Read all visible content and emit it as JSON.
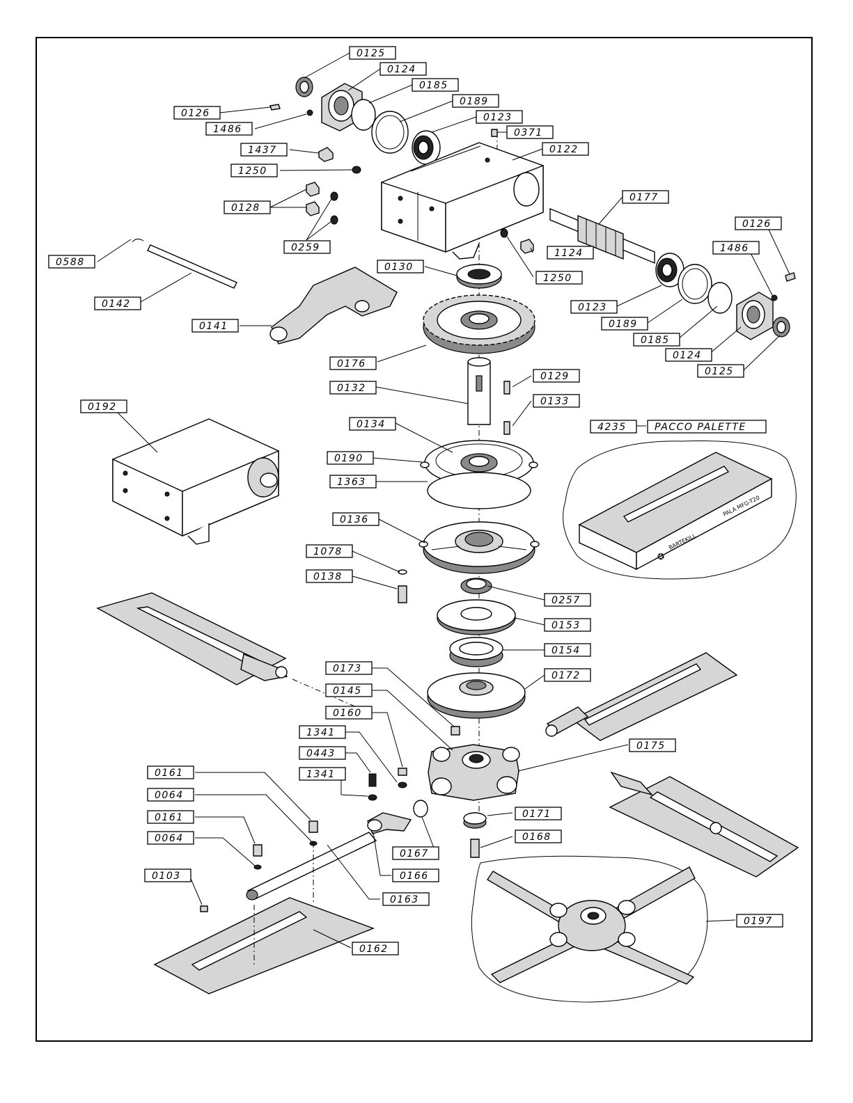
{
  "labels": [
    {
      "key": "p0125a",
      "text": "0125"
    },
    {
      "key": "p0124a",
      "text": "0124"
    },
    {
      "key": "p0185a",
      "text": "0185"
    },
    {
      "key": "p0189a",
      "text": "0189"
    },
    {
      "key": "p0123a",
      "text": "0123"
    },
    {
      "key": "p0371",
      "text": "0371"
    },
    {
      "key": "p0122",
      "text": "0122"
    },
    {
      "key": "p0126a",
      "text": "0126"
    },
    {
      "key": "p1486a",
      "text": "1486"
    },
    {
      "key": "p1437",
      "text": "1437"
    },
    {
      "key": "p1250a",
      "text": "1250"
    },
    {
      "key": "p0128",
      "text": "0128"
    },
    {
      "key": "p0259",
      "text": "0259"
    },
    {
      "key": "p0177",
      "text": "0177"
    },
    {
      "key": "p0126b",
      "text": "0126"
    },
    {
      "key": "p1486b",
      "text": "1486"
    },
    {
      "key": "p1124",
      "text": "1124"
    },
    {
      "key": "p1250b",
      "text": "1250"
    },
    {
      "key": "p0588",
      "text": "0588"
    },
    {
      "key": "p0130",
      "text": "0130"
    },
    {
      "key": "p0142",
      "text": "0142"
    },
    {
      "key": "p0123b",
      "text": "0123"
    },
    {
      "key": "p0189b",
      "text": "0189"
    },
    {
      "key": "p0141",
      "text": "0141"
    },
    {
      "key": "p0185b",
      "text": "0185"
    },
    {
      "key": "p0124b",
      "text": "0124"
    },
    {
      "key": "p0176",
      "text": "0176"
    },
    {
      "key": "p0125b",
      "text": "0125"
    },
    {
      "key": "p0129",
      "text": "0129"
    },
    {
      "key": "p0132",
      "text": "0132"
    },
    {
      "key": "p0133",
      "text": "0133"
    },
    {
      "key": "p0192",
      "text": "0192"
    },
    {
      "key": "p0134",
      "text": "0134"
    },
    {
      "key": "p4235",
      "text": "4235"
    },
    {
      "key": "pacco",
      "text": "PACCO PALETTE"
    },
    {
      "key": "p0190",
      "text": "0190"
    },
    {
      "key": "p1363",
      "text": "1363"
    },
    {
      "key": "p0136",
      "text": "0136"
    },
    {
      "key": "p1078",
      "text": "1078"
    },
    {
      "key": "p0138",
      "text": "0138"
    },
    {
      "key": "p0257",
      "text": "0257"
    },
    {
      "key": "p0153",
      "text": "0153"
    },
    {
      "key": "p0154",
      "text": "0154"
    },
    {
      "key": "p0173",
      "text": "0173"
    },
    {
      "key": "p0172",
      "text": "0172"
    },
    {
      "key": "p0145",
      "text": "0145"
    },
    {
      "key": "p0160",
      "text": "0160"
    },
    {
      "key": "p1341a",
      "text": "1341"
    },
    {
      "key": "p0443",
      "text": "0443"
    },
    {
      "key": "p0175",
      "text": "0175"
    },
    {
      "key": "p0161a",
      "text": "0161"
    },
    {
      "key": "p1341b",
      "text": "1341"
    },
    {
      "key": "p0064a",
      "text": "0064"
    },
    {
      "key": "p0171",
      "text": "0171"
    },
    {
      "key": "p0161b",
      "text": "0161"
    },
    {
      "key": "p0168",
      "text": "0168"
    },
    {
      "key": "p0064b",
      "text": "0064"
    },
    {
      "key": "p0167",
      "text": "0167"
    },
    {
      "key": "p0166",
      "text": "0166"
    },
    {
      "key": "p0103",
      "text": "0103"
    },
    {
      "key": "p0163",
      "text": "0163"
    },
    {
      "key": "p0197",
      "text": "0197"
    },
    {
      "key": "p0162",
      "text": "0162"
    }
  ],
  "plate_text": {
    "brand": "BARTEKILL",
    "model": "PALA MFG-T20"
  },
  "icons": {
    "star_logo": "star-icon"
  }
}
